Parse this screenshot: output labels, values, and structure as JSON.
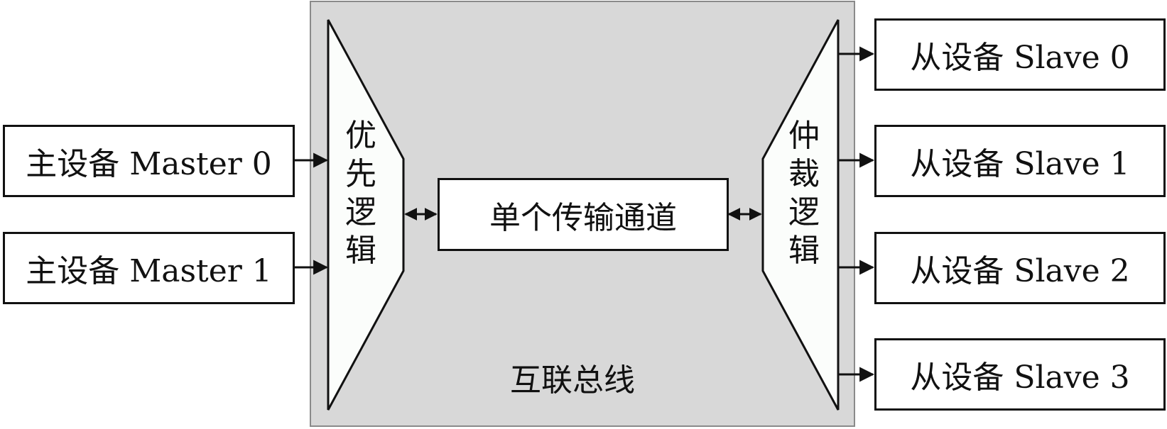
{
  "masters": [
    {
      "label": "主设备 Master 0"
    },
    {
      "label": "主设备 Master 1"
    }
  ],
  "slaves": [
    {
      "label": "从设备 Slave 0"
    },
    {
      "label": "从设备 Slave 1"
    },
    {
      "label": "从设备 Slave 2"
    },
    {
      "label": "从设备 Slave 3"
    }
  ],
  "priority_logic": {
    "label": "优先逻辑"
  },
  "arbitration_logic": {
    "label": "仲裁逻辑"
  },
  "channel": {
    "label": "单个传输通道"
  },
  "bus": {
    "label": "互联总线"
  },
  "colors": {
    "bus_fill": "#d8d8d8",
    "bus_border": "#8a8a8a",
    "line": "#111111",
    "box_fill": "#ffffff",
    "logic_fill": "#fbfdfb"
  }
}
